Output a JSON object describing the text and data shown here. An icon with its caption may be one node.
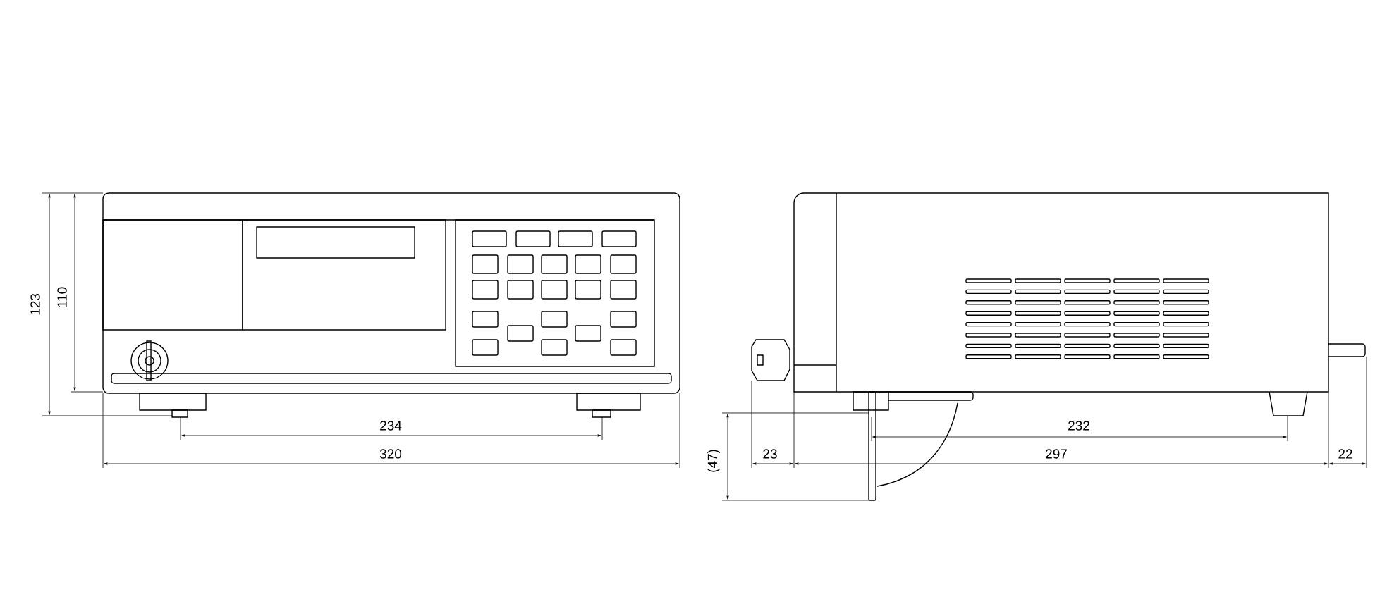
{
  "diagram": {
    "labels": [
      "123",
      "110",
      "234",
      "320",
      "(47)",
      "23",
      "232",
      "297",
      "22"
    ]
  }
}
